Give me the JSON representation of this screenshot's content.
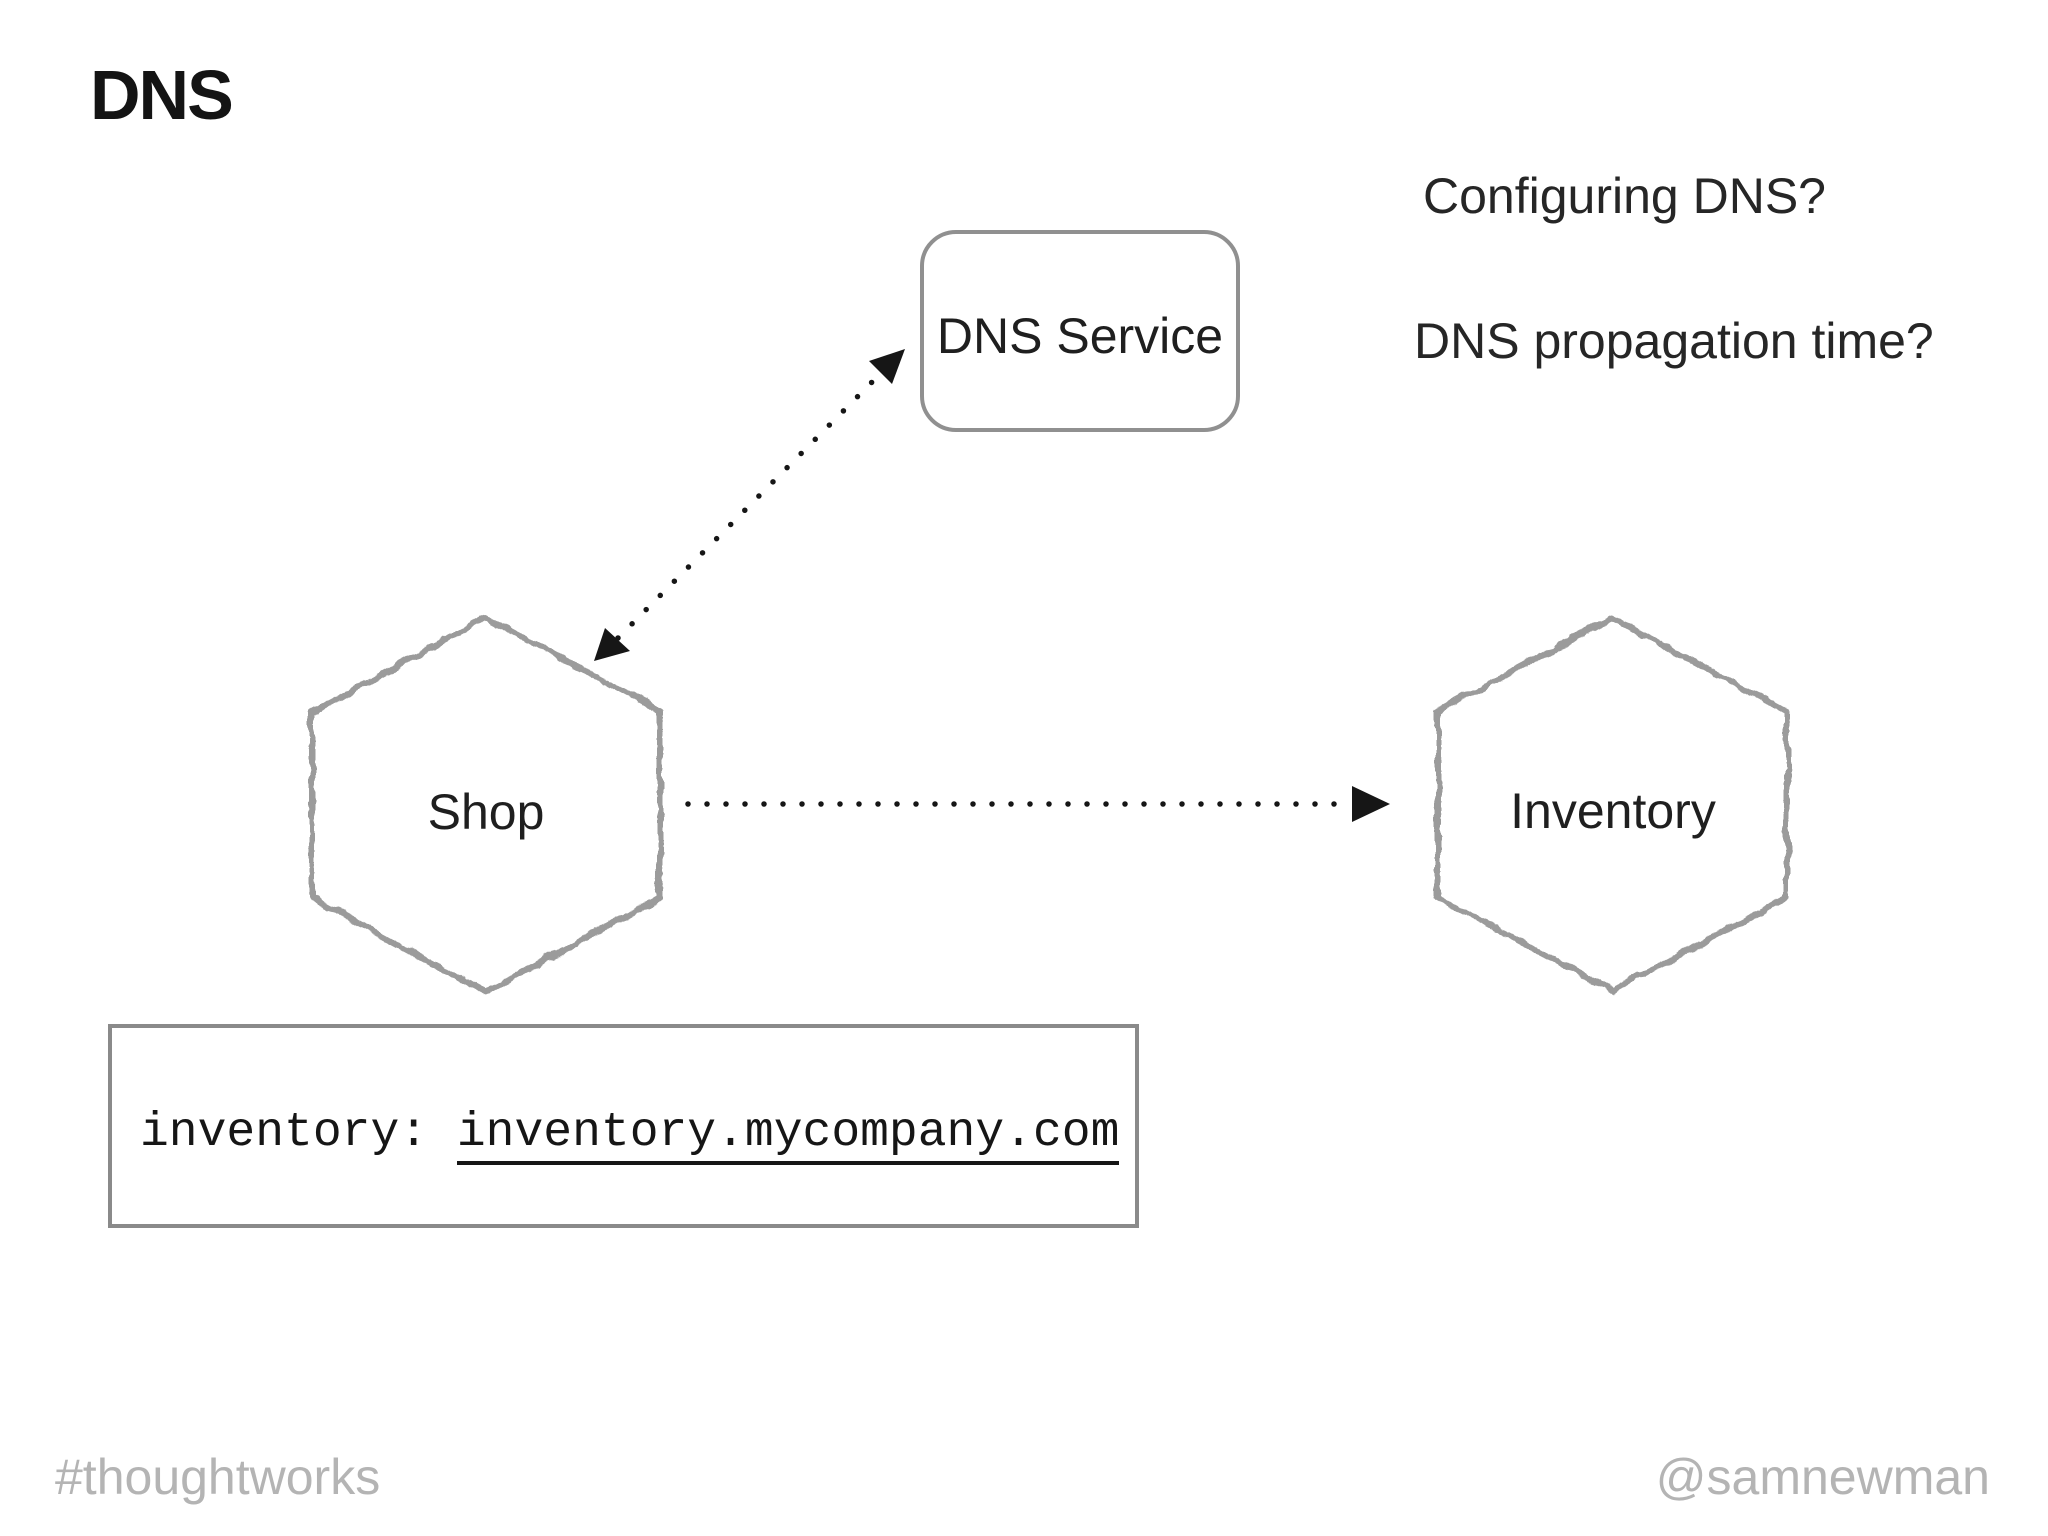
{
  "slide": {
    "title": "DNS"
  },
  "notes": {
    "configuring": "Configuring DNS?",
    "propagation": "DNS propagation time?"
  },
  "nodes": {
    "dns_service": {
      "label": "DNS Service"
    },
    "shop": {
      "label": "Shop"
    },
    "inventory": {
      "label": "Inventory"
    }
  },
  "record_box": {
    "prefix": "inventory: ",
    "domain": "inventory.mycompany.com"
  },
  "footer": {
    "left": "#thoughtworks",
    "right": "@samnewman"
  },
  "colors": {
    "background": "#ffffff",
    "title_text": "#141414",
    "label_text": "#1f1f1f",
    "sketch_stroke": "#9b9b9b",
    "service_box_stroke": "#909090",
    "record_box_stroke": "#8a8a8a",
    "arrow": "#161616",
    "footer_text": "#b4b4b4"
  }
}
